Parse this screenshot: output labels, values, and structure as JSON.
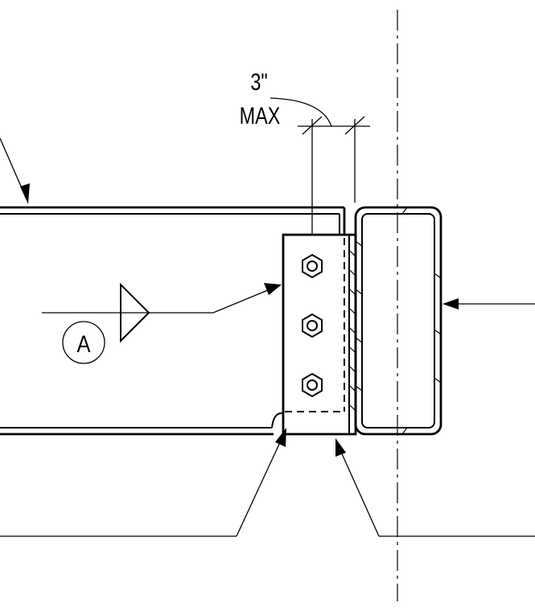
{
  "dimension": {
    "value": "3\"",
    "qualifier": "MAX"
  },
  "callout": {
    "tag": "A"
  }
}
